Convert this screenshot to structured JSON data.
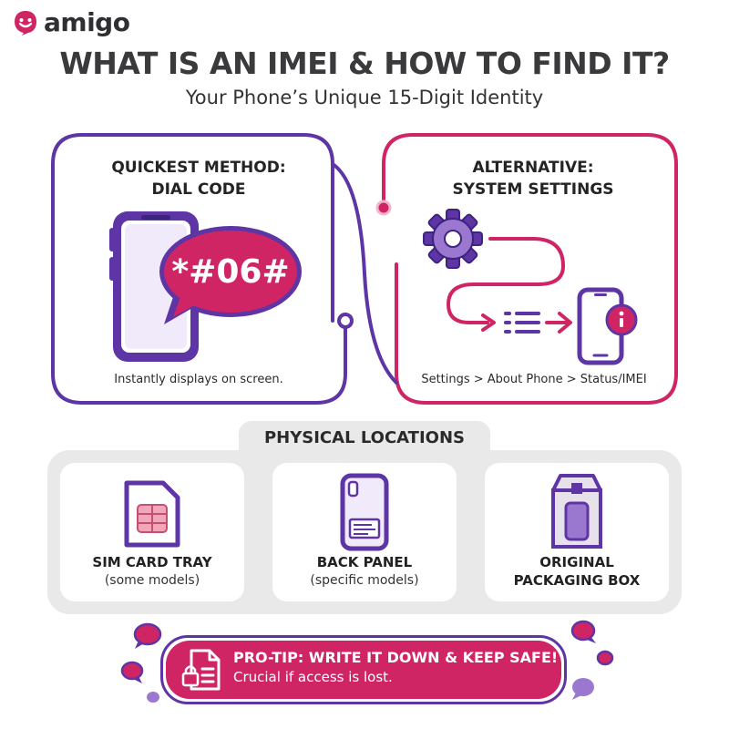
{
  "brand": {
    "name": "amigo"
  },
  "header": {
    "title": "WHAT IS AN IMEI & HOW TO FIND IT?",
    "subtitle": "Your Phone’s Unique 15-Digit Identity"
  },
  "methods": {
    "dial": {
      "title_line1": "QUICKEST METHOD:",
      "title_line2": "DIAL CODE",
      "code": "*#06#",
      "caption": "Instantly displays on screen."
    },
    "settings": {
      "title_line1": "ALTERNATIVE:",
      "title_line2": "SYSTEM SETTINGS",
      "caption": "Settings > About Phone > Status/IMEI"
    }
  },
  "physical": {
    "title": "PHYSICAL LOCATIONS",
    "items": [
      {
        "title": "SIM CARD TRAY",
        "subtitle": "(some models)"
      },
      {
        "title": "BACK PANEL",
        "subtitle": "(specific models)"
      },
      {
        "title": "ORIGINAL",
        "subtitle": "PACKAGING BOX"
      }
    ]
  },
  "tip": {
    "title": "PRO-TIP: WRITE IT DOWN & KEEP SAFE!",
    "subtitle": "Crucial if access is lost."
  },
  "colors": {
    "purple": "#5e35a5",
    "magenta": "#d02565",
    "light_purple": "#9a78d0",
    "panel_gray": "#e9e9ea"
  }
}
